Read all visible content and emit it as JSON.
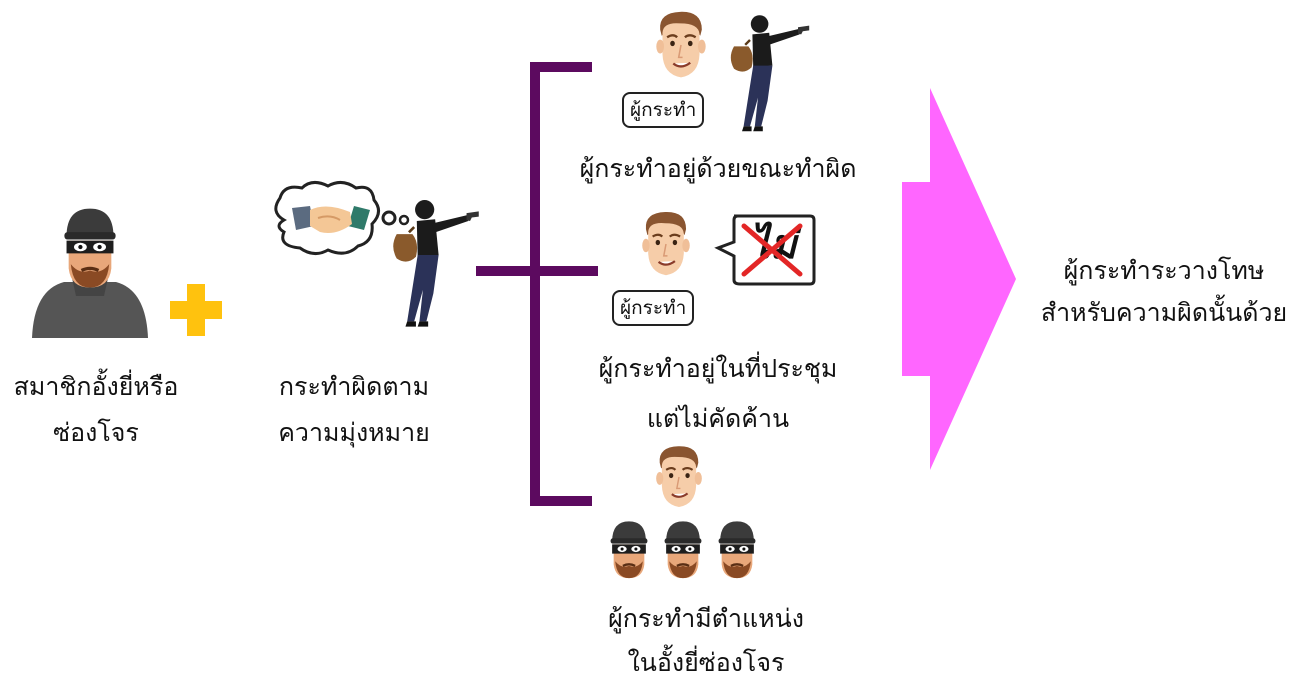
{
  "left_group": {
    "line1": "สมาชิกอั้งยี่หรือ",
    "line2": "ซ่องโจร"
  },
  "intent_group": {
    "line1": "กระทำผิดตาม",
    "line2": "ความมุ่งหมาย"
  },
  "branches": [
    {
      "tag": "ผู้กระทำ",
      "caption1": "ผู้กระทำอยู่ด้วยขณะทำผิด"
    },
    {
      "tag": "ผู้กระทำ",
      "refusal_text": "ไม่",
      "caption1": "ผู้กระทำอยู่ในที่ประชุม",
      "caption2": "แต่ไม่คัดค้าน"
    },
    {
      "caption1": "ผู้กระทำมีตำแหน่ง",
      "caption2": "ในอั้งยี่ซ่องโจร"
    }
  ],
  "result": {
    "line1": "ผู้กระทำระวางโทษ",
    "line2": "สำหรับความผิดนั้นด้วย"
  },
  "colors": {
    "plus": "#ffc20e",
    "bracket": "#5c0a5f",
    "arrow": "#ff66ff",
    "refusal_x": "#e32626"
  },
  "icons": [
    "burglar-icon",
    "plus-icon",
    "handshake-thought-icon",
    "gunman-icon",
    "man-face-icon",
    "speech-bubble-icon",
    "bracket-connector",
    "result-arrow-icon"
  ]
}
